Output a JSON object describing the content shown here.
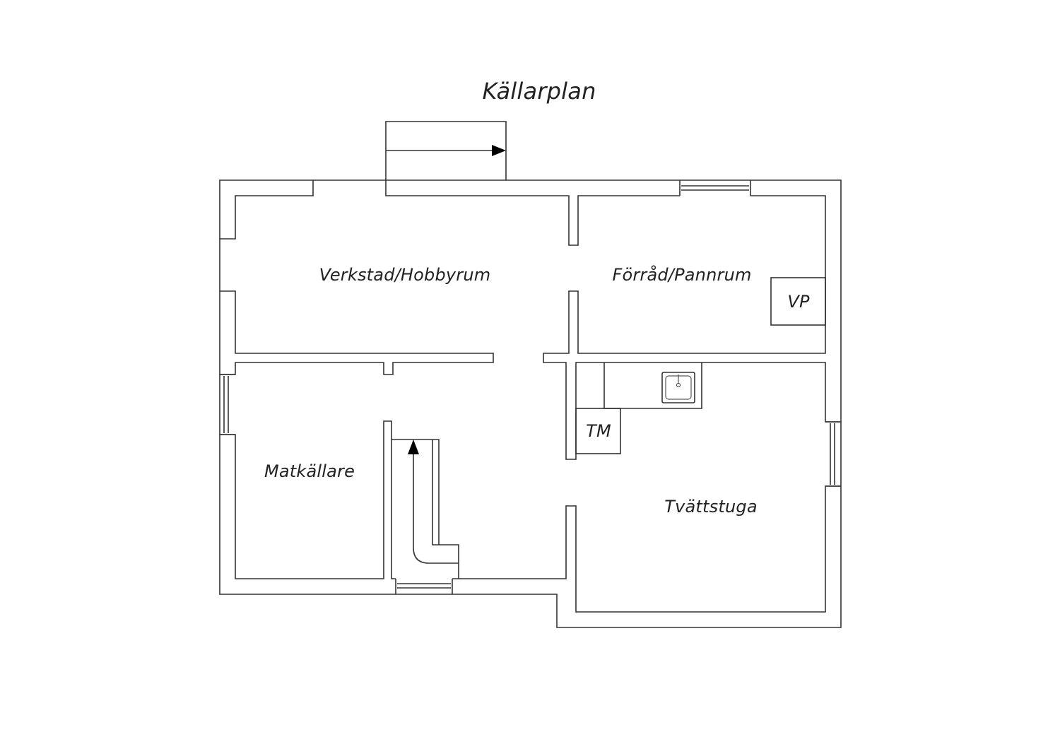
{
  "title": "Källarplan",
  "rooms": {
    "workshop": "Verkstad/Hobbyrum",
    "storage": "Förråd/Pannrum",
    "heat_pump": "VP",
    "food_cellar": "Matkällare",
    "laundry": "Tvättstuga",
    "dryer": "TM"
  },
  "colors": {
    "line": "#333333",
    "background": "#ffffff"
  }
}
